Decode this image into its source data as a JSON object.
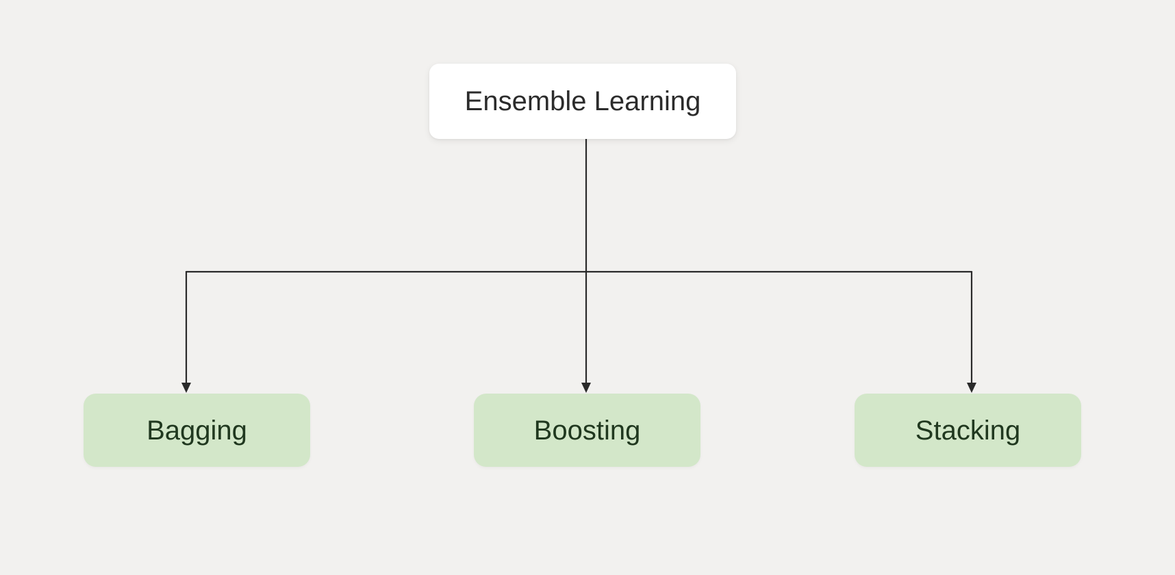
{
  "diagram": {
    "root_node": {
      "label": "Ensemble Learning"
    },
    "child_nodes": [
      {
        "label": "Bagging"
      },
      {
        "label": "Boosting"
      },
      {
        "label": "Stacking"
      }
    ],
    "connections": [
      {
        "from": "Ensemble Learning",
        "to": "Bagging"
      },
      {
        "from": "Ensemble Learning",
        "to": "Boosting"
      },
      {
        "from": "Ensemble Learning",
        "to": "Stacking"
      }
    ],
    "colors": {
      "background": "#f2f1ef",
      "root_node_bg": "#ffffff",
      "root_node_text": "#2b2b2b",
      "child_node_bg": "#d3e7c9",
      "child_node_text": "#20381f",
      "connector": "#2a2a2a"
    }
  }
}
